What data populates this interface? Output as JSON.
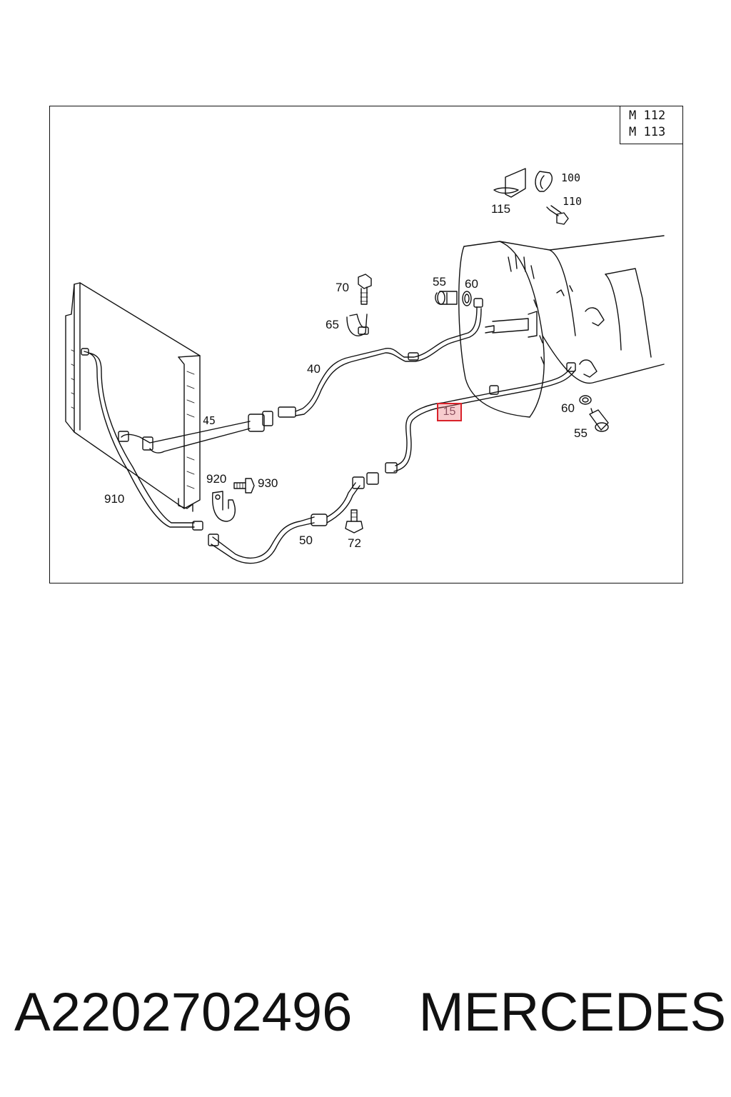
{
  "model_codes": [
    "M 112",
    "M 113"
  ],
  "callouts": {
    "c100": "100",
    "c110": "110",
    "c115": "115",
    "c70": "70",
    "c65": "65",
    "c55_top": "55",
    "c60_top": "60",
    "c40": "40",
    "c45": "45",
    "c920": "920",
    "c930": "930",
    "c910": "910",
    "c50": "50",
    "c72": "72",
    "c60_right": "60",
    "c55_right": "55"
  },
  "highlighted_part": "15",
  "footer": {
    "part_number": "A2202702496",
    "brand": "MERCEDES"
  },
  "colors": {
    "highlight_border": "#d9222a",
    "highlight_fill": "#e86e73",
    "line": "#111111"
  }
}
